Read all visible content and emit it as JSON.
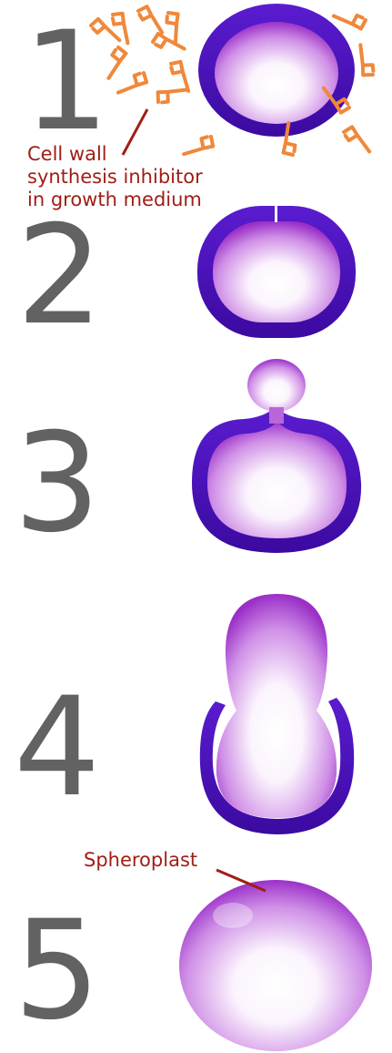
{
  "steps": [
    {
      "number": "1"
    },
    {
      "number": "2"
    },
    {
      "number": "3"
    },
    {
      "number": "4"
    },
    {
      "number": "5"
    }
  ],
  "labels": {
    "inhibitor_line1": "Cell wall",
    "inhibitor_line2": "synthesis inhibitor",
    "inhibitor_line3": "in growth medium",
    "spheroplast": "Spheroplast"
  },
  "colors": {
    "cell_wall": "#4a12b8",
    "cytoplasm_edge": "#9b30c8",
    "cytoplasm_center": "#ffffff",
    "inhibitor_molecule": "#f0883a",
    "label_text": "#a01e16",
    "step_number": "#626262"
  }
}
